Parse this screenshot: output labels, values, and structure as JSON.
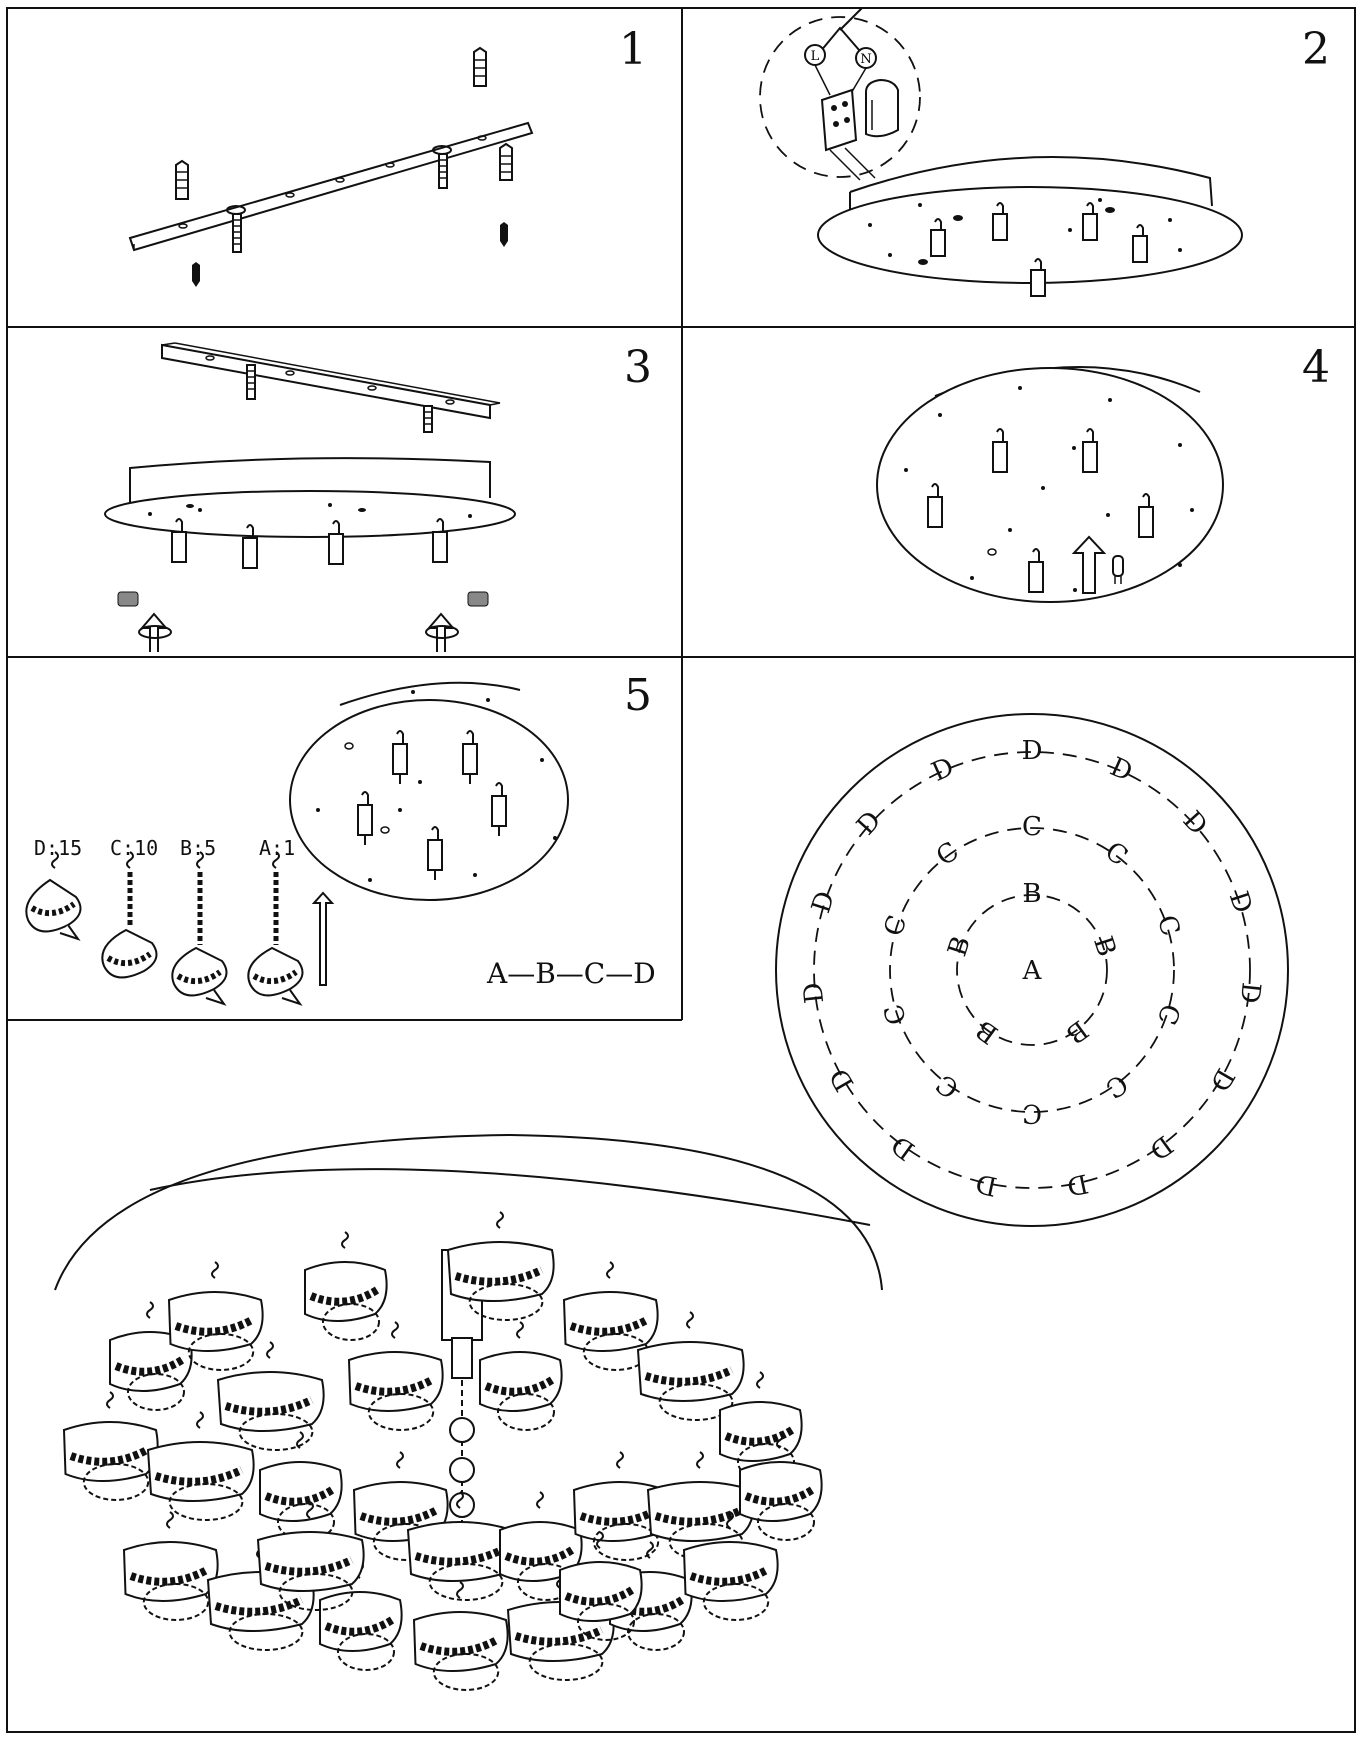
{
  "steps": {
    "s1": "1",
    "s2": "2",
    "s3": "3",
    "s4": "4",
    "s5": "5"
  },
  "wiring": {
    "live": "L",
    "neutral": "N"
  },
  "pendants": {
    "d": "D:15",
    "c": "C:10",
    "b": "B:5",
    "a": "A:1"
  },
  "sequence": "A—B—C—D",
  "layout_map": {
    "ring_a_letter": "A",
    "ring_b_letters": [
      "B",
      "B",
      "B",
      "B",
      "B"
    ],
    "ring_c_letters": [
      "C",
      "C",
      "C",
      "C",
      "C",
      "C",
      "C",
      "C",
      "C",
      "C"
    ],
    "ring_d_letters": [
      "D",
      "D",
      "D",
      "D",
      "D",
      "D",
      "D",
      "D",
      "D",
      "D",
      "D",
      "D",
      "D",
      "D",
      "D"
    ]
  }
}
